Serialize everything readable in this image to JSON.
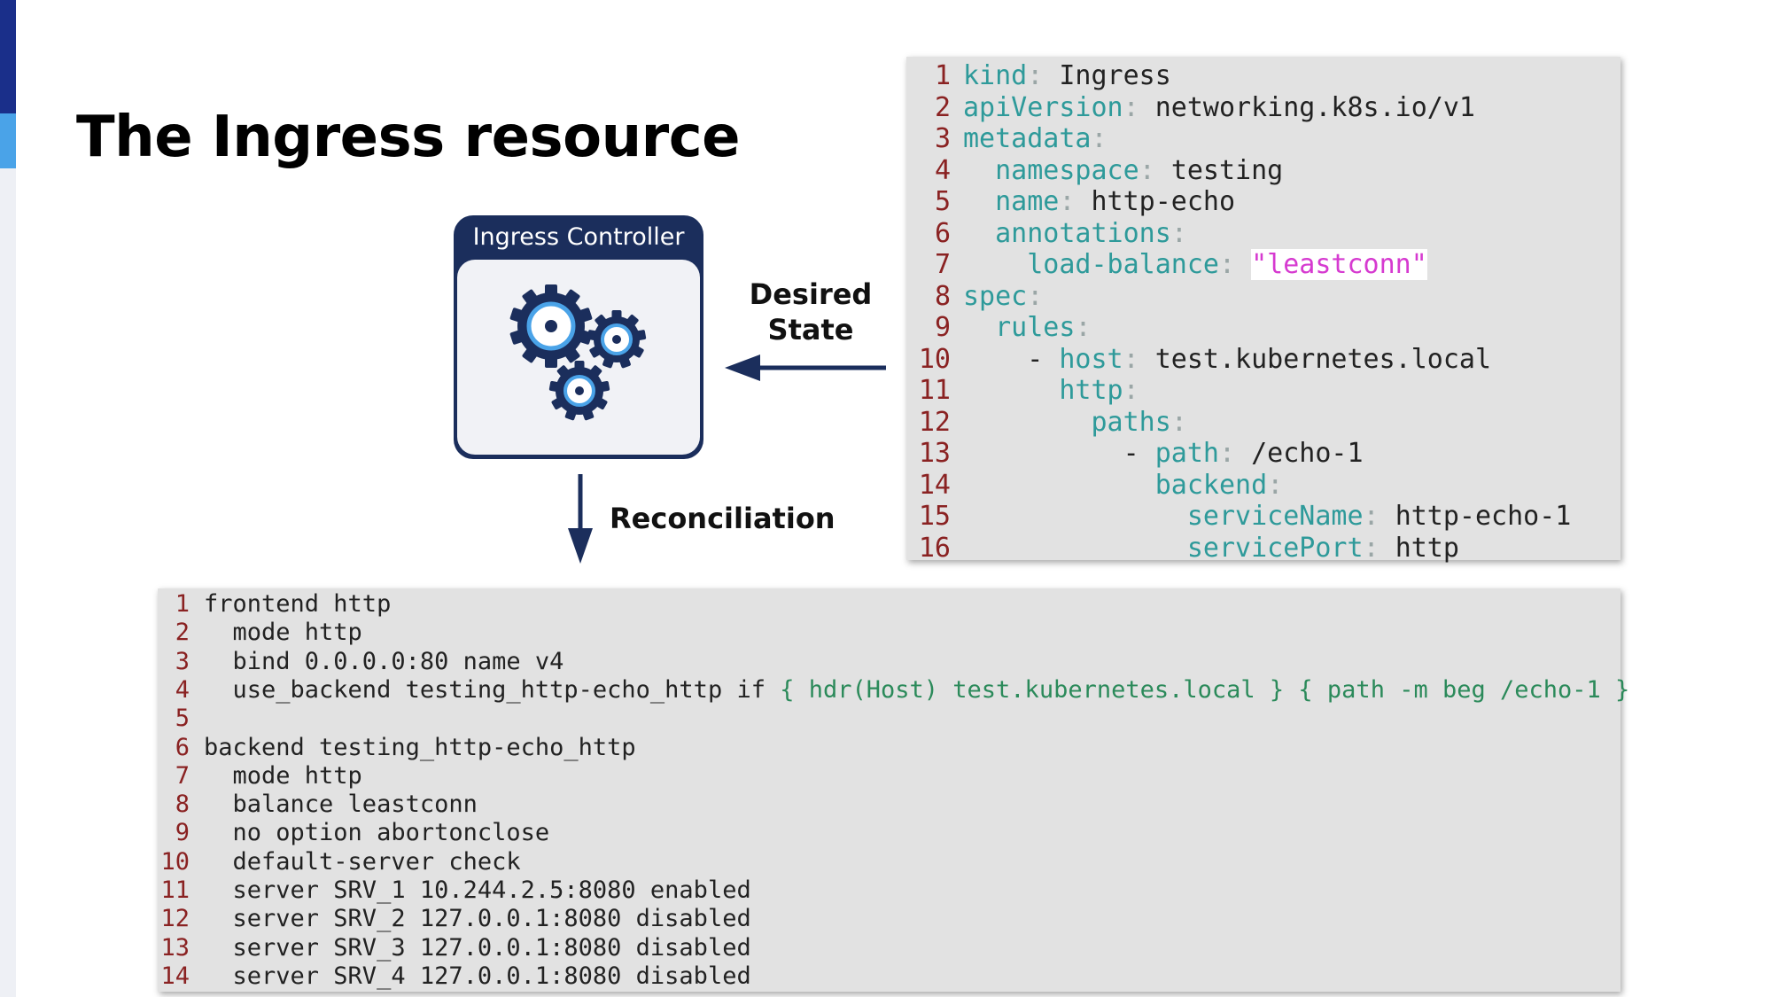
{
  "title": "The Ingress resource",
  "colors": {
    "accent_dark": "#1a2f8a",
    "accent_light": "#4aa3e8",
    "controller_navy": "#1b2e5c",
    "yaml_key": "#2e9a9a",
    "yaml_string": "#d63ad0",
    "line_number": "#8a2222",
    "acl_green": "#2b8a5a"
  },
  "controller": {
    "title": "Ingress Controller",
    "icon": "gears-icon"
  },
  "labels": {
    "desired_state_line1": "Desired",
    "desired_state_line2": "State",
    "reconciliation": "Reconciliation"
  },
  "yaml_code": {
    "lines": [
      {
        "n": "1",
        "indent": "",
        "key": "kind",
        "value": "Ingress",
        "type": "kv"
      },
      {
        "n": "2",
        "indent": "",
        "key": "apiVersion",
        "value": "networking.k8s.io/v1",
        "type": "kv"
      },
      {
        "n": "3",
        "indent": "",
        "key": "metadata",
        "value": "",
        "type": "kv"
      },
      {
        "n": "4",
        "indent": "  ",
        "key": "namespace",
        "value": "testing",
        "type": "kv"
      },
      {
        "n": "5",
        "indent": "  ",
        "key": "name",
        "value": "http-echo",
        "type": "kv"
      },
      {
        "n": "6",
        "indent": "  ",
        "key": "annotations",
        "value": "",
        "type": "kv"
      },
      {
        "n": "7",
        "indent": "    ",
        "key": "load-balance",
        "value": "\"leastconn\"",
        "type": "str"
      },
      {
        "n": "8",
        "indent": "",
        "key": "spec",
        "value": "",
        "type": "kv"
      },
      {
        "n": "9",
        "indent": "  ",
        "key": "rules",
        "value": "",
        "type": "kv"
      },
      {
        "n": "10",
        "indent": "    - ",
        "key": "host",
        "value": "test.kubernetes.local",
        "type": "kv"
      },
      {
        "n": "11",
        "indent": "      ",
        "key": "http",
        "value": "",
        "type": "kv"
      },
      {
        "n": "12",
        "indent": "        ",
        "key": "paths",
        "value": "",
        "type": "kv"
      },
      {
        "n": "13",
        "indent": "          - ",
        "key": "path",
        "value": "/echo-1",
        "type": "kv"
      },
      {
        "n": "14",
        "indent": "            ",
        "key": "backend",
        "value": "",
        "type": "kv"
      },
      {
        "n": "15",
        "indent": "              ",
        "key": "serviceName",
        "value": "http-echo-1",
        "type": "kv"
      },
      {
        "n": "16",
        "indent": "              ",
        "key": "servicePort",
        "value": "http",
        "type": "kv"
      }
    ]
  },
  "haproxy_code": {
    "lines": [
      {
        "n": "1",
        "text": "frontend http"
      },
      {
        "n": "2",
        "text": "  mode http"
      },
      {
        "n": "3",
        "text": "  bind 0.0.0.0:80 name v4"
      },
      {
        "n": "4",
        "text": "  use_backend testing_http-echo_http if ",
        "acl": "{ hdr(Host) test.kubernetes.local } { path -m beg /echo-1 }"
      },
      {
        "n": "5",
        "text": ""
      },
      {
        "n": "6",
        "text": "backend testing_http-echo_http"
      },
      {
        "n": "7",
        "text": "  mode http"
      },
      {
        "n": "8",
        "text": "  balance leastconn"
      },
      {
        "n": "9",
        "text": "  no option abortonclose"
      },
      {
        "n": "10",
        "text": "  default-server check"
      },
      {
        "n": "11",
        "text": "  server SRV_1 10.244.2.5:8080 enabled"
      },
      {
        "n": "12",
        "text": "  server SRV_2 127.0.0.1:8080 disabled"
      },
      {
        "n": "13",
        "text": "  server SRV_3 127.0.0.1:8080 disabled"
      },
      {
        "n": "14",
        "text": "  server SRV_4 127.0.0.1:8080 disabled"
      }
    ]
  }
}
